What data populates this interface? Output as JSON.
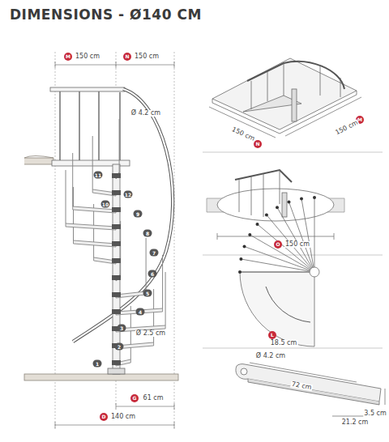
{
  "diagram": {
    "title": "DIMENSIONS - Ø140 CM",
    "labels": [
      "M",
      "150 cm",
      "N",
      "150 cm",
      "Ø 4.2 cm",
      "1",
      "2",
      "3",
      "4",
      "5",
      "6",
      "7",
      "8",
      "9",
      "10",
      "11",
      "12",
      "Ø 2.5 cm",
      "G",
      "61 cm",
      "D",
      "140 cm",
      "N",
      "150 cm",
      "M",
      "150 cm",
      "O",
      "150 cm",
      "L",
      "18.5 cm",
      "Ø 4.2 cm",
      "72 cm",
      "3.5 cm",
      "21.2 cm"
    ]
  }
}
